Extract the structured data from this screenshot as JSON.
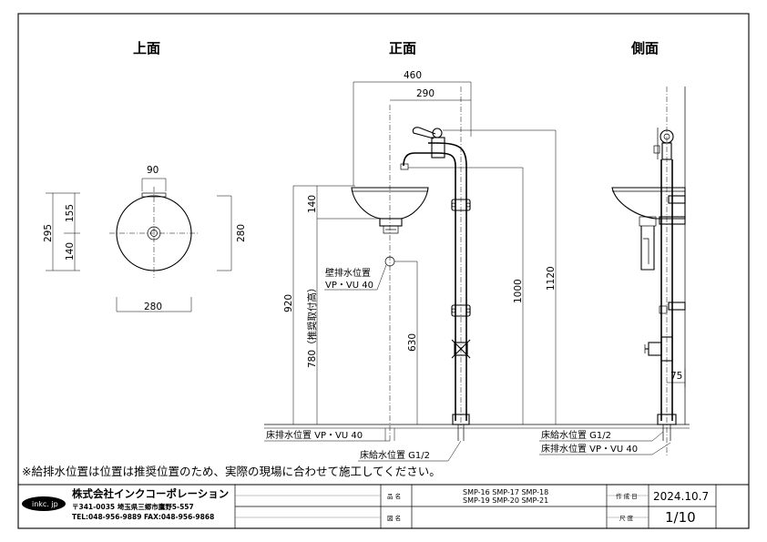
{
  "views": {
    "top": "上面",
    "front": "正面",
    "side": "側面"
  },
  "dimensions": {
    "top_width_90": "90",
    "top_depth_155": "155",
    "top_depth_140": "140",
    "top_total_295": "295",
    "top_height_280": "280",
    "top_diameter_280": "280",
    "front_width_460": "460",
    "front_width_290": "290",
    "front_bowl_140": "140",
    "front_920": "920",
    "front_780": "780（推奨取付高）",
    "front_630": "630",
    "front_1000": "1000",
    "front_1120": "1120",
    "side_75": "75"
  },
  "labels": {
    "wall_drain_1": "壁排水位置",
    "wall_drain_2": "VP・VU 40",
    "floor_drain": "床排水位置 VP・VU 40",
    "floor_supply": "床給水位置 G1/2",
    "side_supply": "床給水位置 G1/2",
    "side_drain": "床排水位置 VP・VU 40"
  },
  "footnote": "※給排水位置は位置は推奨位置のため、実際の現場に合わせて施工してください。",
  "title_block": {
    "logo": "inkc. jp",
    "company": "株式会社インクコーポレーション",
    "address": "〒341-0035 埼玉県三郷市鷹野5-557",
    "tel_fax": "TEL:048-956-9889  FAX:048-956-9868",
    "product_name_label": "品 名",
    "product_line1": "SMP-16 SMP-17 SMP-18",
    "product_line2": "SMP-19 SMP-20 SMP-21",
    "drawing_name_label": "図 名",
    "drawing_name": "",
    "created_label": "作 成 日",
    "created_date": "2024.10.7",
    "scale_label": "尺 度",
    "scale": "1/10"
  }
}
